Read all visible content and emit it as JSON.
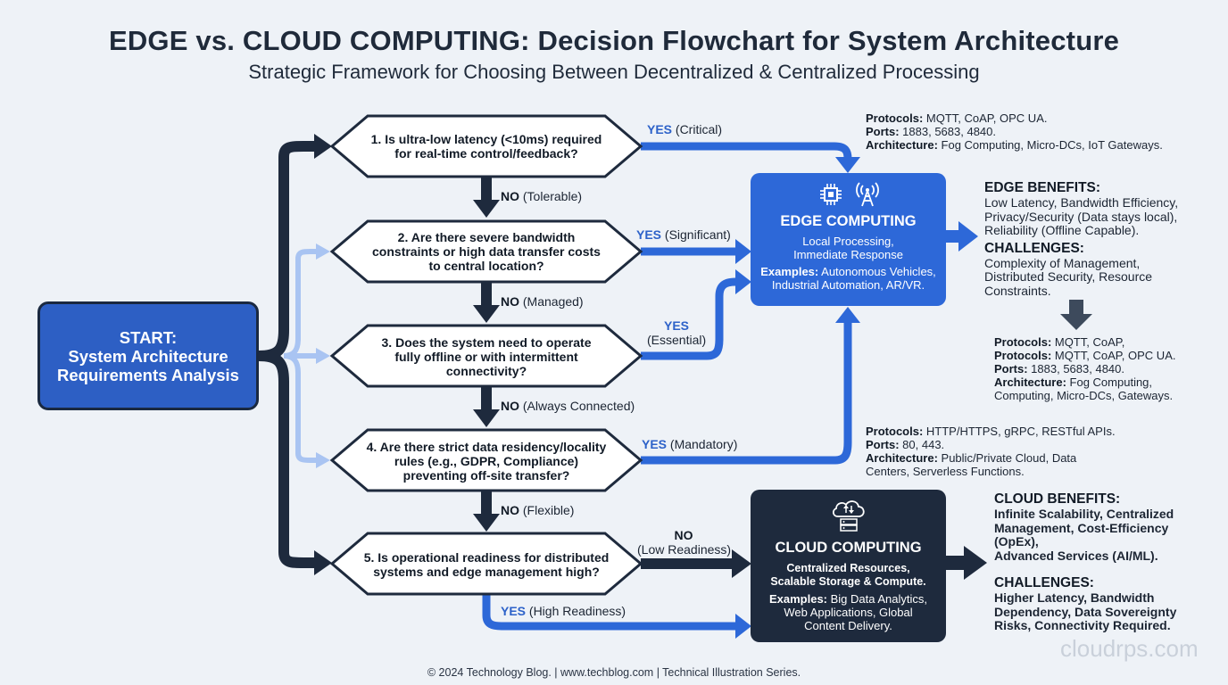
{
  "title": "EDGE vs. CLOUD COMPUTING: Decision Flowchart for System Architecture",
  "subtitle": "Strategic Framework for Choosing Between Decentralized & Centralized Processing",
  "start": {
    "line1": "START:",
    "line2": "System Architecture",
    "line3": "Requirements Analysis"
  },
  "questions": [
    {
      "lines": [
        "1. Is ultra-low latency (<10ms) required",
        "for real-time control/feedback?"
      ]
    },
    {
      "lines": [
        "2. Are there severe bandwidth",
        "constraints or high data transfer costs",
        "to central location?"
      ]
    },
    {
      "lines": [
        "3. Does the system need to operate",
        "fully offline or with intermittent",
        "connectivity?"
      ]
    },
    {
      "lines": [
        "4. Are there strict data residency/locality",
        "rules (e.g., GDPR, Compliance)",
        "preventing off-site transfer?"
      ]
    },
    {
      "lines": [
        "5. Is operational readiness for distributed",
        "systems and edge management high?"
      ]
    }
  ],
  "labels": {
    "yes1": {
      "key": "YES",
      "rest": " (Critical)"
    },
    "yes2": {
      "key": "YES",
      "rest": " (Significant)"
    },
    "yes3": {
      "key": "YES",
      "rest": "(Essential)"
    },
    "yes4": {
      "key": "YES",
      "rest": " (Mandatory)"
    },
    "yes5": {
      "key": "YES",
      "rest": " (High Readiness)"
    },
    "no1": {
      "key": "NO",
      "rest": " (Tolerable)"
    },
    "no2": {
      "key": "NO",
      "rest": " (Managed)"
    },
    "no3": {
      "key": "NO",
      "rest": " (Always Connected)"
    },
    "no4": {
      "key": "NO",
      "rest": " (Flexible)"
    },
    "no5": {
      "key": "NO",
      "rest": "(Low Readiness)"
    }
  },
  "edge": {
    "icons": [
      "cpu-chip-icon",
      "antenna-tower-icon"
    ],
    "title": "EDGE COMPUTING",
    "sub1": "Local Processing,",
    "sub2": "Immediate Response",
    "examples_key": "Examples:",
    "examples1": " Autonomous Vehicles,",
    "examples2": "Industrial Automation, AR/VR."
  },
  "cloud": {
    "icons": [
      "cloud-server-icon"
    ],
    "title": "CLOUD COMPUTING",
    "sub1": "Centralized Resources,",
    "sub2": "Scalable Storage & Compute.",
    "examples_key": "Examples:",
    "examples1": " Big Data Analytics,",
    "examples2": "Web Applications, Global",
    "examples3": "Content Delivery."
  },
  "edge_info_top": [
    {
      "key": "Protocols:",
      "val": " MQTT, CoAP, OPC UA."
    },
    {
      "key": "Ports:",
      "val": " 1883, 5683, 4840."
    },
    {
      "key": "Architecture:",
      "val": " Fog Computing, Micro-DCs, IoT Gateways."
    }
  ],
  "edge_info_bottom": [
    {
      "key": "Protocols:",
      "val": " MQTT, CoAP,"
    },
    {
      "key": "Protocols:",
      "val": " MQTT, CoAP, OPC UA."
    },
    {
      "key": "Ports:",
      "val": " 1883, 5683, 4840."
    },
    {
      "key": "Architecture:",
      "val": " Fog Computing,"
    },
    {
      "key": "",
      "val": "Computing, Micro-DCs, Gateways."
    }
  ],
  "cloud_info": [
    {
      "key": "Protocols:",
      "val": " HTTP/HTTPS, gRPC, RESTful APIs."
    },
    {
      "key": "Ports:",
      "val": " 80, 443."
    },
    {
      "key": "Architecture:",
      "val": " Public/Private Cloud, Data"
    },
    {
      "key": "",
      "val": "Centers, Serverless Functions."
    }
  ],
  "edge_side": {
    "benefits_head": "EDGE BENEFITS:",
    "benefits": [
      "Low Latency, Bandwidth Efficiency,",
      "Privacy/Security (Data stays local),",
      "Reliability (Offline Capable)."
    ],
    "challenges_head": "CHALLENGES:",
    "challenges": [
      "Complexity of Management,",
      "Distributed Security, Resource",
      "Constraints."
    ]
  },
  "cloud_side": {
    "benefits_head": "CLOUD BENEFITS:",
    "benefits": [
      "Infinite Scalability, Centralized",
      "Management, Cost-Efficiency",
      "(OpEx),",
      "Advanced Services (AI/ML)."
    ],
    "challenges_head": "CHALLENGES:",
    "challenges": [
      "Higher Latency, Bandwidth",
      "Dependency, Data Sovereignty",
      "Risks, Connectivity Required."
    ]
  },
  "footer": "© 2024 Technology Blog. | www.techblog.com | Technical Illustration Series.",
  "watermark": "cloudrps.com",
  "colors": {
    "dark": "#1e2a3d",
    "edge_blue": "#2d68d8",
    "yes_blue": "#2d62c9",
    "light_blue": "#a9c4f2",
    "start_blue": "#2d5fc4"
  }
}
